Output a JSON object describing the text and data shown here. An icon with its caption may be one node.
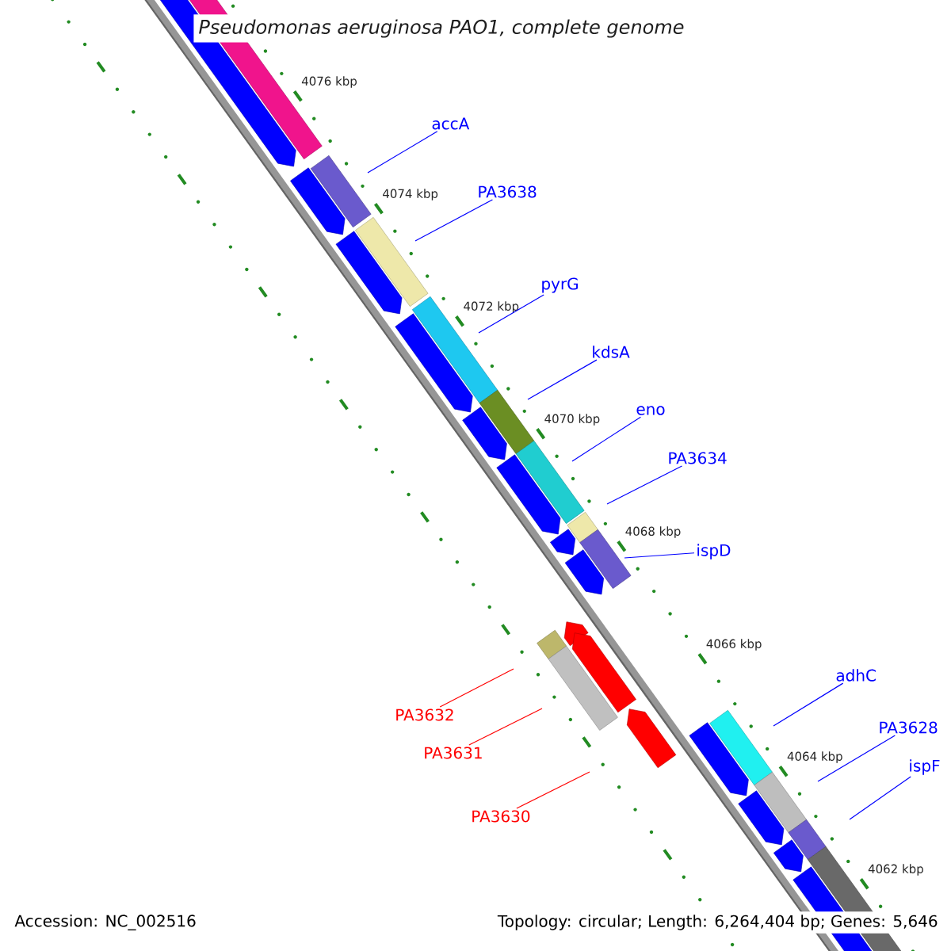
{
  "diagram": {
    "title": "Pseudomonas aeruginosa PAO1, complete genome",
    "nodes": [
      {
        "text": [
          "accA"
        ]
      },
      {
        "text": [
          "PA3638"
        ]
      },
      {
        "text": [
          "pyrG"
        ]
      },
      {
        "text": [
          "kdsA"
        ]
      },
      {
        "text": [
          "eno"
        ]
      },
      {
        "text": [
          "PA3634"
        ]
      },
      {
        "text": [
          "ispD"
        ]
      },
      {
        "text": [
          "adhC"
        ]
      },
      {
        "text": [
          "PA3628"
        ]
      },
      {
        "text": [
          "ispF"
        ]
      },
      {
        "text": [
          "PA3632"
        ]
      },
      {
        "text": [
          "PA3631"
        ]
      },
      {
        "text": [
          "PA3630"
        ]
      }
    ],
    "edges": [
      {
        "from": 0,
        "to": null,
        "arrow": "none"
      },
      {
        "from": 1,
        "to": null,
        "arrow": "none"
      },
      {
        "from": 2,
        "to": null,
        "arrow": "none"
      },
      {
        "from": 3,
        "to": null,
        "arrow": "none"
      },
      {
        "from": 4,
        "to": null,
        "arrow": "none"
      },
      {
        "from": 5,
        "to": null,
        "arrow": "none"
      },
      {
        "from": 6,
        "to": null,
        "arrow": "none"
      },
      {
        "from": 7,
        "to": null,
        "arrow": "none"
      },
      {
        "from": 8,
        "to": null,
        "arrow": "none"
      },
      {
        "from": 9,
        "to": null,
        "arrow": "none"
      },
      {
        "from": 10,
        "to": null,
        "arrow": "none",
        "color": "#ff0000"
      },
      {
        "from": 11,
        "to": null,
        "arrow": "none",
        "color": "#ff0000"
      },
      {
        "from": 12,
        "to": null,
        "arrow": "none",
        "color": "#ff0000"
      }
    ],
    "labels": [
      "4076 kbp",
      "4074 kbp",
      "4072 kbp",
      "4070 kbp",
      "4068 kbp",
      "4066 kbp",
      "4064 kbp",
      "4062 kbp",
      "Accession: NC_002516",
      "Topology: circular; Length: 6,264,404 bp; Genes: 5,646"
    ]
  }
}
